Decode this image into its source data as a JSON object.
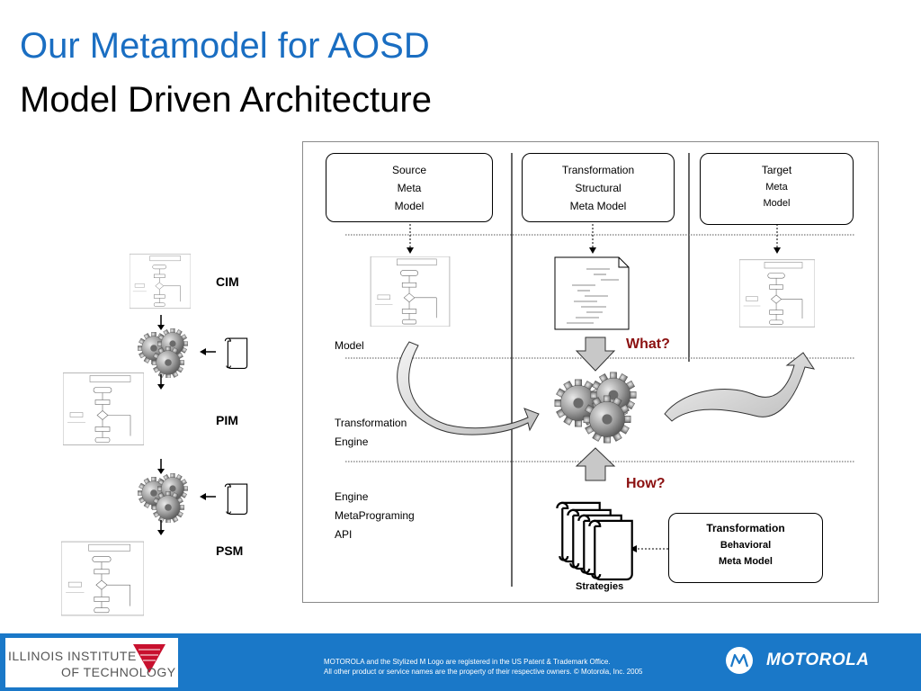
{
  "title": {
    "line1": "Our Metamodel for AOSD",
    "line2": "Model Driven Architecture"
  },
  "diagram": {
    "boxes": {
      "source": [
        "Source",
        "Meta",
        "Model"
      ],
      "transformation_structural": [
        "Transformation",
        "Structural",
        "Meta Model"
      ],
      "target": [
        "Target",
        "Meta",
        "Model"
      ],
      "transformation_behavioral": [
        "Transformation",
        "Behavioral",
        "Meta Model"
      ]
    },
    "rows": {
      "model": "Model",
      "engine_label": [
        "Transformation",
        "Engine"
      ],
      "api_label": [
        "Engine",
        "MetaPrograming",
        "API"
      ]
    },
    "what": "What?",
    "how": "How?",
    "strategies": "Strategies"
  },
  "side": {
    "cim": "CIM",
    "pim": "PIM",
    "psm": "PSM"
  },
  "footer": {
    "iit_line1": "ILLINOIS INSTITUTE",
    "iit_line2": "OF TECHNOLOGY",
    "legal_line1": "MOTOROLA and the Stylized M Logo are registered in the US Patent & Trademark Office.",
    "legal_line2": "All other product or service names are the property of their respective owners. © Motorola, Inc. 2005",
    "motorola": "MOTOROLA"
  },
  "colors": {
    "title_blue": "#1a6ec2",
    "question_red": "#8b1010",
    "footer_blue": "#1a78c8"
  }
}
